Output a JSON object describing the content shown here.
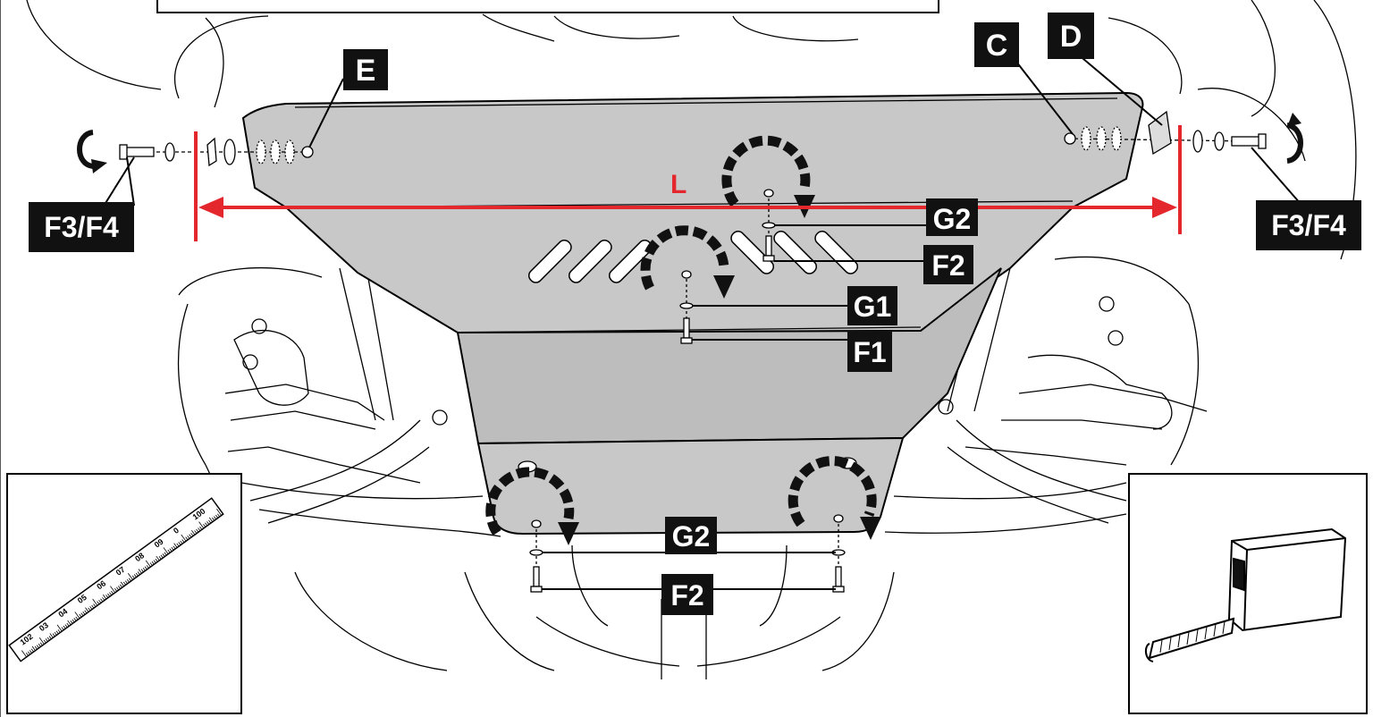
{
  "labels": {
    "C": "C",
    "D": "D",
    "E": "E",
    "L": "L",
    "F1": "F1",
    "F2_top": "F2",
    "F2_bottom": "F2",
    "G1": "G1",
    "G2_top": "G2",
    "G2_bottom": "G2",
    "F3F4_left": "F3/F4",
    "F3F4_right": "F3/F4"
  },
  "ruler": {
    "ticks": [
      "102",
      "03",
      "04",
      "05",
      "06",
      "07",
      "08",
      "09",
      "0",
      "100"
    ]
  },
  "colors": {
    "plate": "#c8c8c8",
    "plate_dark": "#b4b4b4",
    "dimension": "#e4272d",
    "label_bg": "#111111",
    "label_text": "#ffffff",
    "outline": "#000000"
  }
}
